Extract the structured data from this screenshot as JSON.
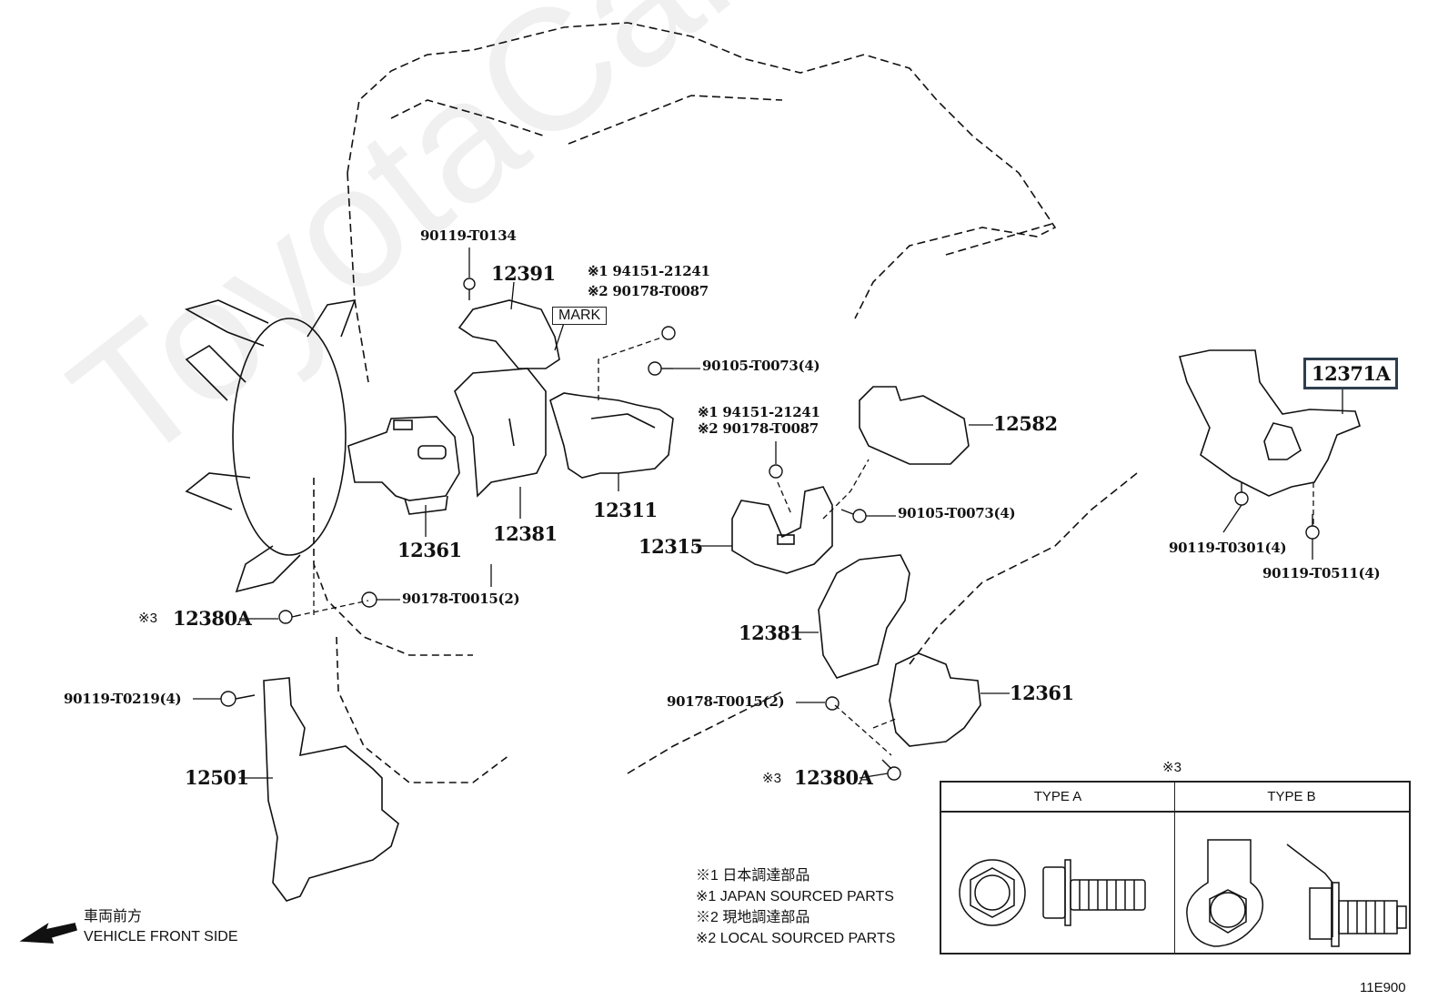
{
  "diagram": {
    "code": "11E900",
    "watermark": "ToyotaCarMine.ru",
    "part_labels": {
      "p90119_T0134": "90119-T0134",
      "p12391": "12391",
      "mark": "MARK",
      "note1_94151_a": "※1 94151-21241",
      "note2_90178_a": "※2 90178-T0087",
      "p90105_a": "90105-T0073(4)",
      "p12361_a": "12361",
      "p12381_a": "12381",
      "p12311": "12311",
      "note1_94151_b": "※1 94151-21241",
      "note2_90178_b": "※2 90178-T0087",
      "p12582": "12582",
      "p90105_b": "90105-T0073(4)",
      "p12315": "12315",
      "p12381_b": "12381",
      "p12361_b": "12361",
      "p90178_T0015_a": "90178-T0015(2)",
      "p90178_T0015_b": "90178-T0015(2)",
      "note3_12380A_a_mark": "※3",
      "p12380A_a": "12380A",
      "note3_12380A_b_mark": "※3",
      "p12380A_b": "12380A",
      "p90119_T0219": "90119-T0219(4)",
      "p12501": "12501",
      "p12371A": "12371A",
      "p90119_T0301": "90119-T0301(4)",
      "p90119_T0511": "90119-T0511(4)"
    },
    "legend": {
      "note1_jp": "※1 日本調達部品",
      "note1_en": "※1 JAPAN SOURCED PARTS",
      "note2_jp": "※2 現地調達部品",
      "note2_en": "※2 LOCAL SOURCED PARTS"
    },
    "direction": {
      "jp": "車両前方",
      "en": "VEHICLE FRONT SIDE"
    },
    "type_table": {
      "title": "※3",
      "columns": [
        "TYPE A",
        "TYPE B"
      ]
    },
    "colors": {
      "line": "#111111",
      "highlight_box": "#2e3e4e"
    }
  }
}
